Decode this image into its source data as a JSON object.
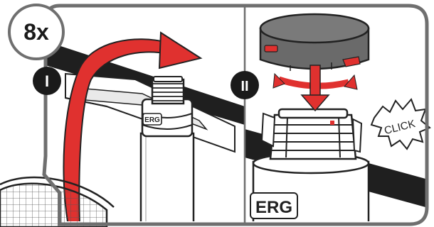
{
  "count_badge": {
    "text": "8x"
  },
  "steps": [
    {
      "numeral": "I"
    },
    {
      "numeral": "II"
    }
  ],
  "callout": {
    "sound": "CLICK"
  },
  "brand": {
    "mark": "ERG"
  },
  "colors": {
    "arrow_red": "#e0312f",
    "panel_border": "#6f6f6f",
    "cap_grey": "#6a6a6a",
    "pole_black": "#222222",
    "badge_bg": "#1a1a1a"
  }
}
